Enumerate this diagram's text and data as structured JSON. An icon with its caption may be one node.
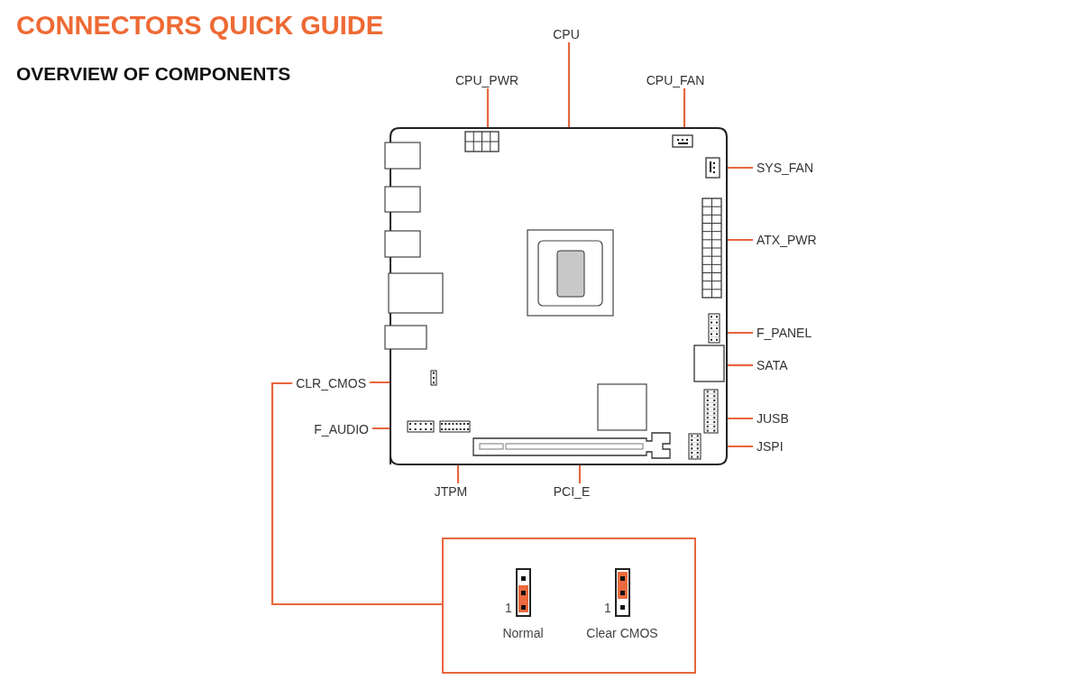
{
  "diagram": {
    "title": "CONNECTORS QUICK GUIDE",
    "nodes": [
      {
        "text": [],
        "shape": "box"
      },
      {
        "text": [],
        "shape": "box",
        "in": 0
      },
      {
        "text": [],
        "shape": "box",
        "in": 0
      },
      {
        "text": [],
        "shape": "box",
        "in": 0
      },
      {
        "text": [],
        "shape": "box",
        "in": 0
      },
      {
        "text": [],
        "shape": "box",
        "in": 0
      },
      {
        "text": [],
        "shape": "box",
        "in": 0
      },
      {
        "text": [],
        "shape": "box",
        "in": 0
      },
      {
        "text": [],
        "shape": "box",
        "in": 0
      },
      {
        "text": [],
        "shape": "box",
        "in": 0
      },
      {
        "text": [],
        "shape": "box",
        "in": 0
      },
      {
        "text": [],
        "shape": "box",
        "in": 0
      },
      {
        "text": [],
        "shape": "box",
        "in": 0
      },
      {
        "text": [],
        "shape": "box",
        "in": 0
      },
      {
        "text": [
          "CPU"
        ]
      },
      {
        "text": [
          "CPU_PWR"
        ]
      },
      {
        "text": [
          "CPU_FAN"
        ]
      },
      {
        "text": [
          "SYS_FAN"
        ]
      },
      {
        "text": [
          "ATX_PWR"
        ]
      },
      {
        "text": [
          "F_PANEL"
        ]
      },
      {
        "text": [
          "SATA"
        ]
      },
      {
        "text": [
          "CLR_CMOS"
        ]
      },
      {
        "text": [
          "JUSB"
        ]
      },
      {
        "text": [
          "F_AUDIO"
        ]
      },
      {
        "text": [
          "JSPI"
        ]
      },
      {
        "text": [
          "JTPM"
        ]
      },
      {
        "text": [
          "PCI_E"
        ]
      },
      {
        "text": [],
        "shape": "box"
      },
      {
        "text": [
          "Normal"
        ],
        "beside": [
          "1"
        ],
        "in": 27
      },
      {
        "text": [
          "Clear CMOS"
        ],
        "beside": [
          "1"
        ],
        "in": 27
      }
    ],
    "edges": [
      {
        "from": 14,
        "to": 2,
        "arrow": "none"
      },
      {
        "from": 15,
        "to": 1,
        "arrow": "none"
      },
      {
        "from": 16,
        "to": 3,
        "arrow": "none"
      },
      {
        "from": 17,
        "to": 4,
        "arrow": "none"
      },
      {
        "from": 18,
        "to": 5,
        "arrow": "none"
      },
      {
        "from": 19,
        "to": 6,
        "arrow": "none"
      },
      {
        "from": 20,
        "to": 7,
        "arrow": "none"
      },
      {
        "from": 21,
        "to": 13,
        "arrow": "none"
      },
      {
        "from": 21,
        "to": 27,
        "arrow": "none"
      },
      {
        "from": 22,
        "to": 8,
        "arrow": "none"
      },
      {
        "from": 23,
        "to": 12,
        "arrow": "none"
      },
      {
        "from": 24,
        "to": 9,
        "arrow": "none"
      },
      {
        "from": 25,
        "to": 11,
        "arrow": "none"
      },
      {
        "from": 26,
        "to": 10,
        "arrow": "none"
      }
    ],
    "labels": [
      "OVERVIEW OF COMPONENTS"
    ]
  }
}
